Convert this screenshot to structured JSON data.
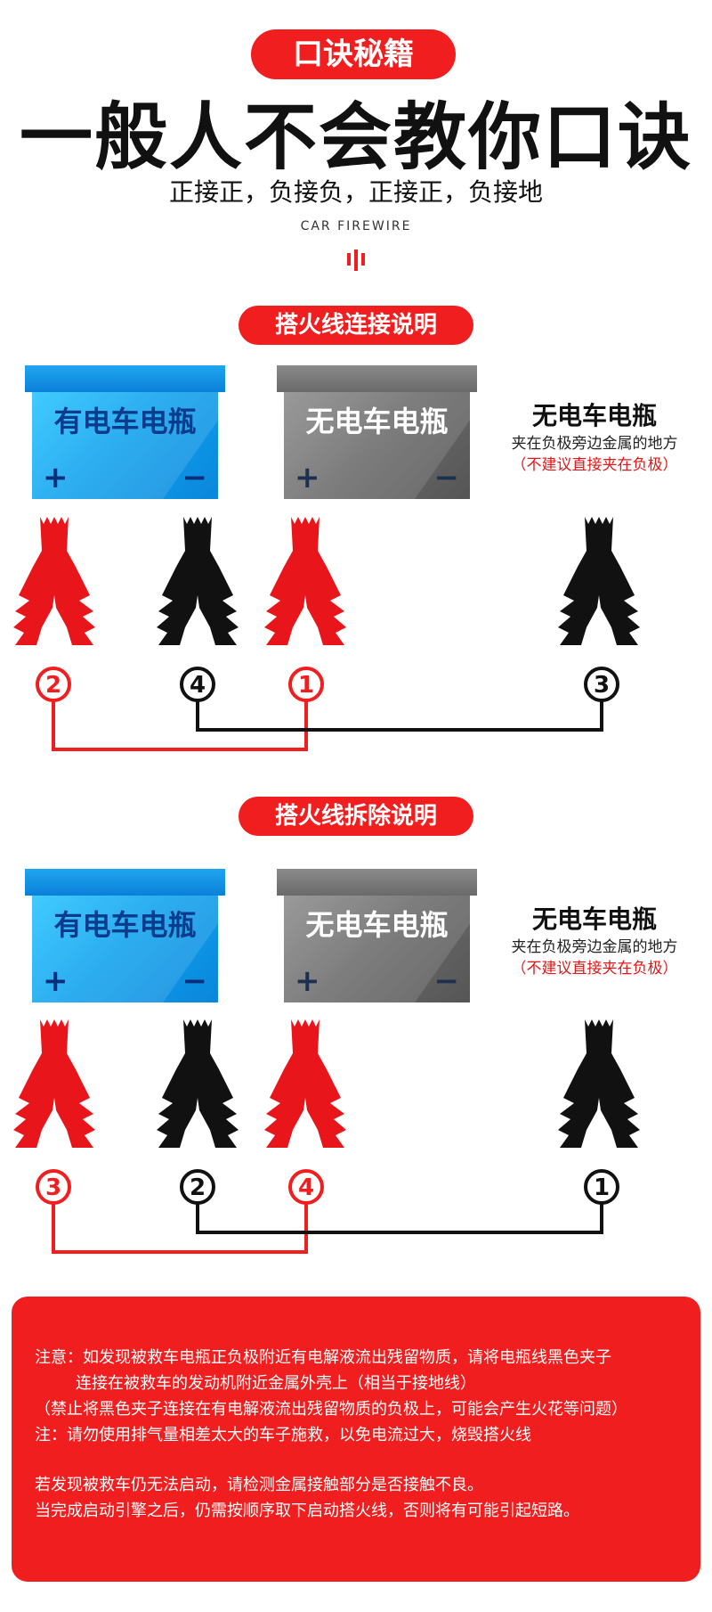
{
  "header": {
    "pill": "口诀秘籍",
    "headline": "一般人不会教你口诀",
    "subline": "正接正，负接负，正接正，负接地",
    "en": "CAR FIREWIRE"
  },
  "colors": {
    "red": "#f01e1e",
    "black": "#111111",
    "blue": "#10a3ef",
    "gray": "#6e6e6e"
  },
  "sections": [
    {
      "title": "搭火线连接说明",
      "battery_live": {
        "label": "有电车电瓶",
        "plus": "+",
        "minus": "−"
      },
      "battery_dead": {
        "label": "无电车电瓶",
        "plus": "+",
        "minus": "−"
      },
      "ground": {
        "title": "无电车电瓶",
        "note": "夹在负极旁边金属的地方",
        "warn": "（不建议直接夹在负极）"
      },
      "steps": [
        "2",
        "4",
        "1",
        "3"
      ]
    },
    {
      "title": "搭火线拆除说明",
      "battery_live": {
        "label": "有电车电瓶",
        "plus": "+",
        "minus": "−"
      },
      "battery_dead": {
        "label": "无电车电瓶",
        "plus": "+",
        "minus": "−"
      },
      "ground": {
        "title": "无电车电瓶",
        "note": "夹在负极旁边金属的地方",
        "warn": "（不建议直接夹在负极）"
      },
      "steps": [
        "3",
        "2",
        "4",
        "1"
      ]
    }
  ],
  "notice": {
    "line1": "注意：如发现被救车电瓶正负极附近有电解液流出残留物质，请将电瓶线黑色夹子",
    "line2": "连接在被救车的发动机附近金属外壳上（相当于接地线）",
    "line3": "（禁止将黑色夹子连接在有电解液流出残留物质的负极上，可能会产生火花等问题）",
    "line4": "注：请勿使用排气量相差太大的车子施救，以免电流过大，烧毁搭火线",
    "line5": "若发现被救车仍无法启动，请检测金属接触部分是否接触不良。",
    "line6": "当完成启动引擎之后，仍需按顺序取下启动搭火线，否则将有可能引起短路。"
  }
}
